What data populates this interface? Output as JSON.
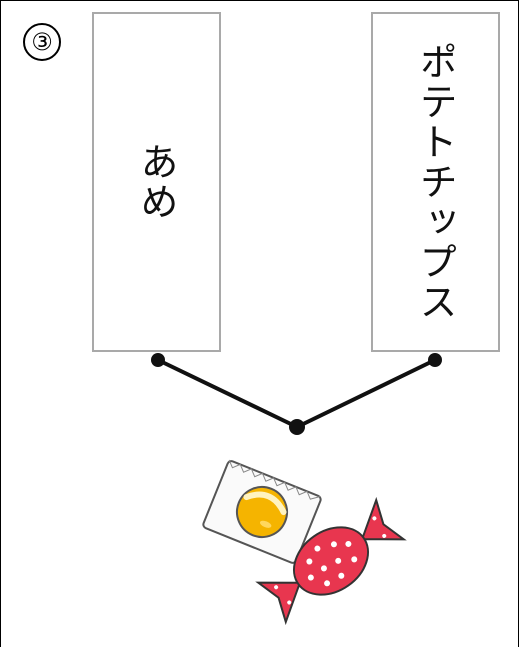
{
  "question": {
    "number": "③"
  },
  "cards": {
    "left": {
      "label": "あめ"
    },
    "right": {
      "label": "ポテトチップス"
    }
  },
  "illustration": {
    "icon": "candy-icon",
    "colors": {
      "wrapper_red": "#e8364f",
      "candy_yellow": "#f5b400",
      "dots": "#ffffff"
    }
  },
  "connector": {
    "color": "#111111"
  }
}
